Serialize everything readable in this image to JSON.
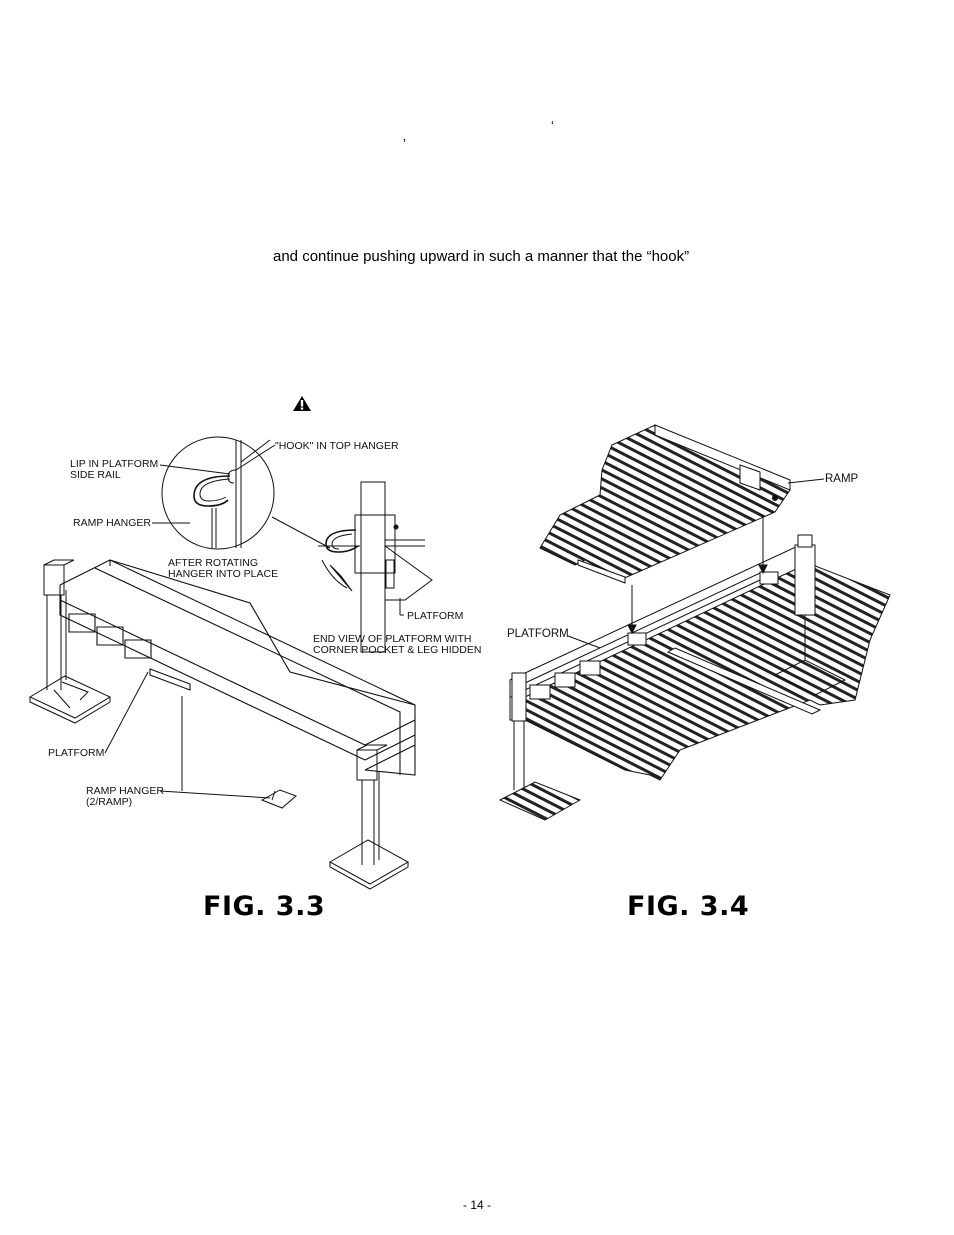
{
  "text": {
    "quote_open": "‘",
    "apostrophe": "’",
    "instruction_line": "and continue pushing upward in such a manner that the “hook”"
  },
  "fig33": {
    "caption": "FIG. 3.3",
    "labels": {
      "hook_top_hanger": "\"HOOK\" IN TOP HANGER",
      "lip_platform": "LIP IN PLATFORM\nSIDE RAIL",
      "ramp_hanger": "RAMP HANGER",
      "after_rotating": "AFTER ROTATING\nHANGER INTO PLACE",
      "platform_end": "PLATFORM",
      "end_view": "END VIEW OF PLATFORM WITH\nCORNER POCKET & LEG HIDDEN",
      "platform": "PLATFORM",
      "ramp_hanger_qty": "RAMP HANGER\n(2/RAMP)"
    }
  },
  "fig34": {
    "caption": "FIG. 3.4",
    "labels": {
      "ramp": "RAMP",
      "platform": "PLATFORM"
    }
  },
  "footer": {
    "page_number": "- 14 -"
  },
  "icons": {
    "warning": "warning-triangle-icon"
  }
}
